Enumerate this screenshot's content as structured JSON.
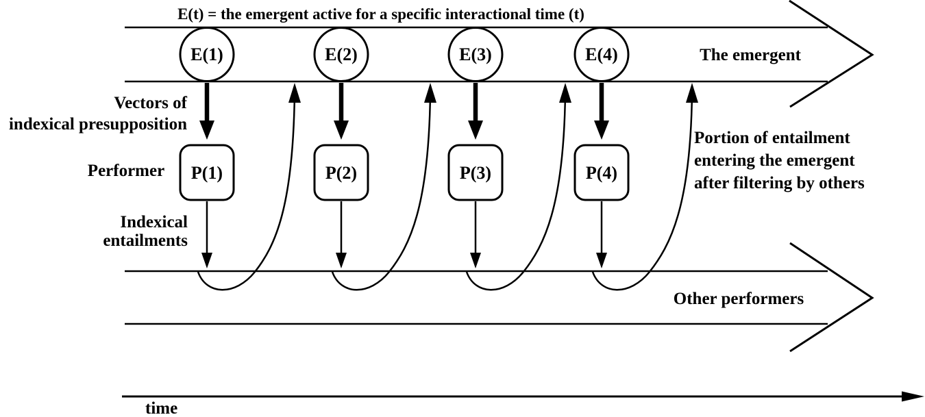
{
  "title": "E(t) = the emergent active for a specific interactional time (t)",
  "emergent_band": {
    "label": "The emergent",
    "nodes": [
      {
        "label": "E(1)"
      },
      {
        "label": "E(2)"
      },
      {
        "label": "E(3)"
      },
      {
        "label": "E(4)"
      }
    ]
  },
  "performer_row": {
    "label": "Performer",
    "nodes": [
      {
        "label": "P(1)"
      },
      {
        "label": "P(2)"
      },
      {
        "label": "P(3)"
      },
      {
        "label": "P(4)"
      }
    ]
  },
  "other_performers_band": {
    "label": "Other performers"
  },
  "annotations": {
    "presupposition_line1": "Vectors of",
    "presupposition_line2": "indexical presupposition",
    "entailment_line1": "Indexical",
    "entailment_line2": "entailments",
    "portion_line1": "Portion of entailment",
    "portion_line2": "entering the emergent",
    "portion_line3": "after filtering by others"
  },
  "time_axis": {
    "label": "time"
  },
  "colors": {
    "ink": "#000000",
    "background": "#ffffff"
  }
}
